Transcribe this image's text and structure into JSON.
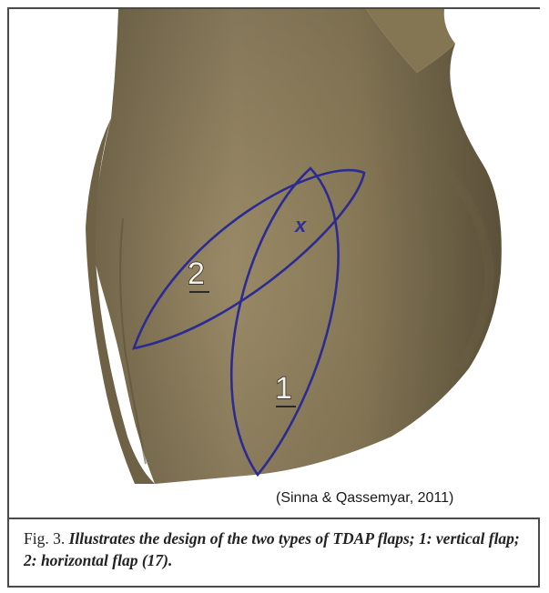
{
  "figure": {
    "labels": {
      "flap_1": "1",
      "flap_2": "2",
      "marker": "x"
    },
    "outline_color": "#2b2b92",
    "skin_color": "#8e7f5e",
    "citation": "(Sinna & Qassemyar, 2011)"
  },
  "caption": {
    "lead": "Fig. 3.",
    "text": "Illustrates the design of the two types of TDAP flaps; 1: vertical flap; 2: horizontal flap (17)."
  }
}
